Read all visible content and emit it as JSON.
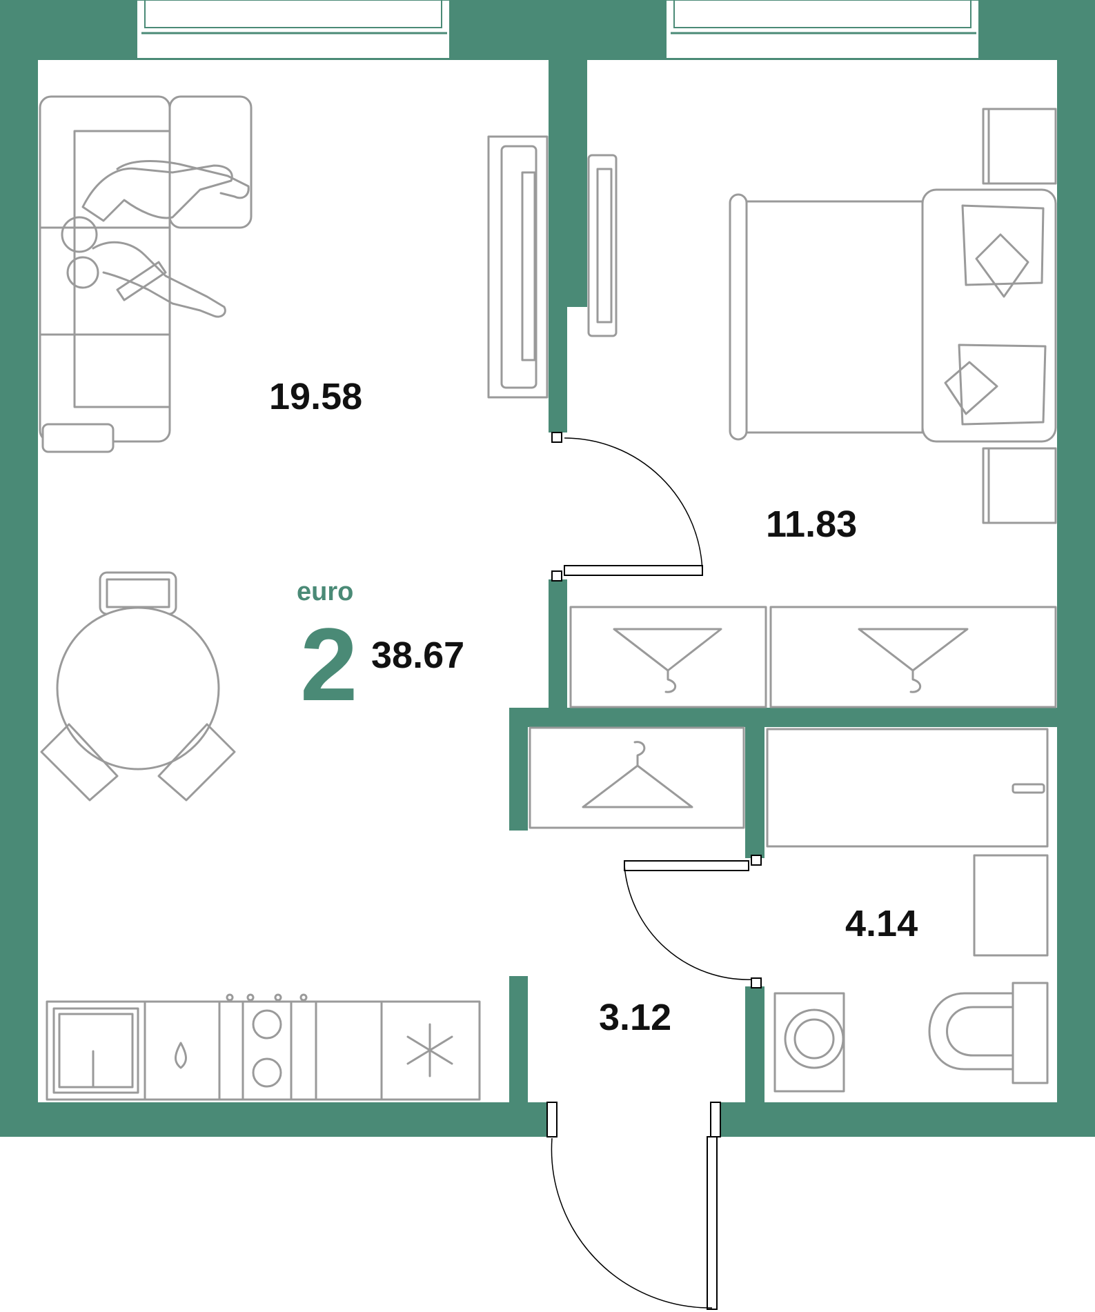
{
  "apartment": {
    "type_label": "euro",
    "rooms": "2",
    "total_area": "38.67"
  },
  "rooms": {
    "living_kitchen": "19.58",
    "bedroom": "11.83",
    "bathroom": "4.14",
    "hallway": "3.12"
  },
  "colors": {
    "wall": "#4a8a76",
    "furniture": "#9a9a9a"
  }
}
